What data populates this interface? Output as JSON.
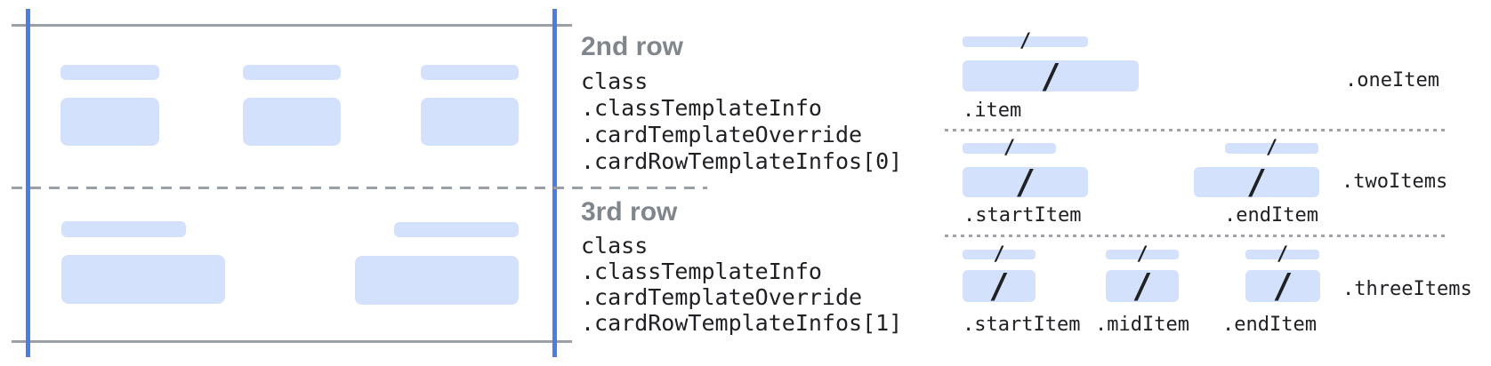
{
  "colors": {
    "accent_blue": "#4d7ce8",
    "bar_fill": "#d3e1fc",
    "line_gray": "#9aa0a6",
    "dot_gray": "#a0a4a8",
    "heading_gray": "#80868b",
    "code_dark": "#202124"
  },
  "glyphs": {
    "slash": "/"
  },
  "annotations": {
    "row2": {
      "heading": "2nd row",
      "code": [
        "class",
        ".classTemplateInfo",
        ".cardTemplateOverride",
        ".cardRowTemplateInfos[0]"
      ]
    },
    "row3": {
      "heading": "3rd row",
      "code": [
        "class",
        ".classTemplateInfo",
        ".cardTemplateOverride",
        ".cardRowTemplateInfos[1]"
      ]
    }
  },
  "item_layouts": {
    "one": {
      "label": ".oneItem",
      "items": [
        ".item"
      ]
    },
    "two": {
      "label": ".twoItems",
      "items": [
        ".startItem",
        ".endItem"
      ]
    },
    "three": {
      "label": ".threeItems",
      "items": [
        ".startItem",
        ".midItem",
        ".endItem"
      ]
    }
  }
}
